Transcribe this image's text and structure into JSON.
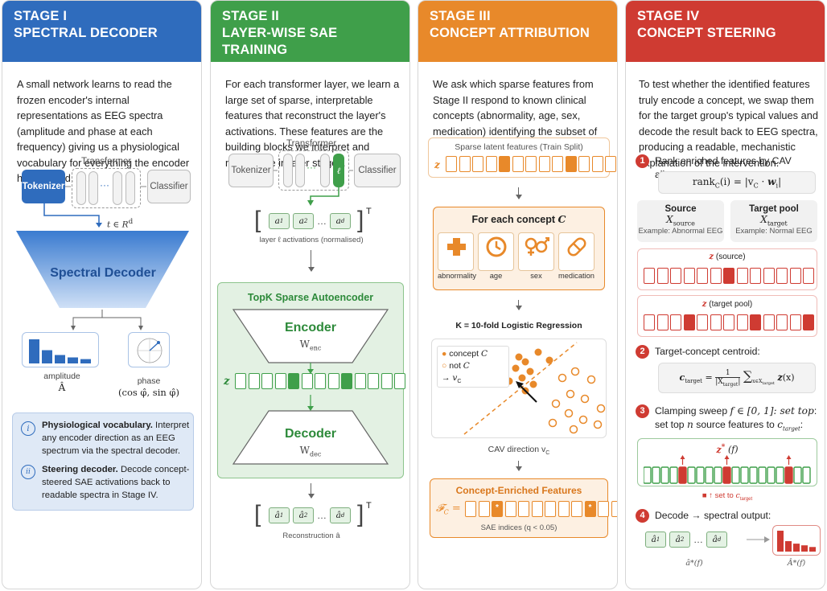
{
  "colors": {
    "blue": "#2f6cbd",
    "green": "#3f9f4a",
    "orange": "#e8892a",
    "red": "#cf3b32"
  },
  "stage1": {
    "header_line1": "STAGE I",
    "header_line2": "SPECTRAL DECODER",
    "description": "A small network learns to read the frozen encoder's internal representations as EEG spectra (amplitude and phase at each frequency) giving us a physiological vocabulary for everything the encoder has learned.",
    "transformer_label": "Transformer",
    "tokenizer_label": "Tokenizer",
    "dots": "···",
    "classifier_label": "Classifier",
    "t_label": "t ∈ R",
    "t_sup": "d",
    "decoder_label": "Spectral Decoder",
    "amplitude_label": "amplitude",
    "amplitude_symbol": "Â",
    "phase_label": "phase",
    "phase_symbol": "(cos φ̂, sin φ̂)",
    "bars": [
      1.0,
      0.55,
      0.35,
      0.25,
      0.18
    ],
    "info": [
      {
        "marker": "i",
        "title": "Physiological vocabulary.",
        "text": " Interpret any encoder direction as an EEG spectrum via the spectral decoder."
      },
      {
        "marker": "ii",
        "title": "Steering decoder.",
        "text": " Decode concept-steered SAE activations back to readable spectra in Stage IV."
      }
    ]
  },
  "stage2": {
    "header_line1": "STAGE II",
    "header_line2": "LAYER-WISE SAE TRAINING",
    "description": "For each transformer layer, we learn a large set of sparse, interpretable features that reconstruct the layer's activations. These features are the building blocks we interpret and manipulate in later stages.",
    "transformer_label": "Transformer",
    "tokenizer_label": "Tokenizer",
    "dots": "···",
    "layer_symbol": "ℓ",
    "classifier_label": "Classifier",
    "activations": [
      "a",
      "a",
      "a"
    ],
    "act_subs": [
      "1",
      "2",
      "d"
    ],
    "ellipsis": "…",
    "transpose": "T",
    "activations_caption": "layer ℓ activations (normalised)",
    "sae_title": "TopK Sparse Autoencoder",
    "encoder_label": "Encoder",
    "encoder_weight": "W",
    "encoder_weight_sub": "enc",
    "z_label": "z",
    "z_pattern": [
      0,
      0,
      0,
      0,
      1,
      0,
      0,
      0,
      1,
      0,
      0,
      0,
      0
    ],
    "decoder_label": "Decoder",
    "decoder_weight": "W",
    "decoder_weight_sub": "dec",
    "recon_subs": [
      "1",
      "2",
      "d"
    ],
    "recon_caption": "Reconstruction â"
  },
  "stage3": {
    "header_line1": "STAGE III",
    "header_line2": "CONCEPT ATTRIBUTION",
    "description": "We ask which sparse features from Stage II respond to known clinical concepts (abnormality, age, sex, medication) identifying the subset of features that encode each concept.",
    "latent_title": "Sparse latent features (Train Split)",
    "z_label": "z",
    "latent_pattern": [
      0,
      0,
      0,
      0,
      1,
      0,
      0,
      0,
      0,
      1,
      0,
      0,
      0
    ],
    "concept_title": "For each concept",
    "concept_symbol": "C",
    "concepts": [
      "abnormality",
      "age",
      "sex",
      "medication"
    ],
    "regression_label": "K = 10-fold Logistic Regression",
    "legend_concept": "concept",
    "legend_not": "not",
    "legend_cav": "v",
    "legend_cav_sub": "C",
    "cav_caption": "CAV direction v",
    "cav_caption_sub": "C",
    "enriched_title": "Concept-Enriched Features",
    "enriched_symbol": "𝓕",
    "enriched_sub": "C",
    "enriched_pattern": [
      0,
      0,
      1,
      0,
      0,
      0,
      0,
      0,
      0,
      1,
      0,
      0,
      1
    ],
    "enriched_mark": "*",
    "sae_indices_caption": "SAE indices (q < 0.05)"
  },
  "stage4": {
    "header_line1": "STAGE IV",
    "header_line2": "CONCEPT STEERING",
    "description": "To test whether the identified features truly encode a concept, we swap them for the target group's typical values and decode the result back to EEG spectra, producing a readable, mechanistic explanation of the intervention.",
    "step1_num": "1",
    "step1_text": "Rank enriched features by CAV alignment:",
    "rank_formula": "rank",
    "rank_formula_tail": "(i) = |v",
    "source_title": "Source",
    "source_symbol": "X",
    "source_sub": "source",
    "source_example": "Example: Abnormal EEG",
    "target_title": "Target pool",
    "target_symbol": "X",
    "target_sub": "target",
    "target_example": "Example: Normal EEG",
    "z_source_label": "(source)",
    "z_target_label": "(target pool)",
    "source_pattern": [
      0,
      0,
      0,
      0,
      0,
      0,
      1,
      0,
      0,
      0,
      0,
      0,
      0
    ],
    "target_pattern": [
      0,
      0,
      0,
      1,
      0,
      0,
      0,
      0,
      1,
      0,
      0,
      0,
      1
    ],
    "step2_num": "2",
    "step2_text": "Target-concept centroid:",
    "step3_num": "3",
    "step3_text_a": "Clamping sweep",
    "step3_text_b": "f ∈ [0, 1]: set top",
    "step3_text_c": "n",
    "step3_text_d": "source features to",
    "step3_c_target": "c",
    "step3_c_target_sub": "target",
    "zstar_label": "z",
    "zstar_sup": "*",
    "zstar_arg": "(f)",
    "clamp_pattern": [
      0,
      0,
      0,
      0,
      1,
      0,
      0,
      0,
      0,
      1,
      0,
      0,
      0,
      0,
      0,
      0,
      1,
      0,
      0
    ],
    "clamp_legend": "■ ↑ set to",
    "step4_num": "4",
    "step4_text": "Decode → spectral output:",
    "steered_caption": "â*(f)",
    "output_caption": "Â*(f)",
    "output_bars": [
      1.0,
      0.5,
      0.38,
      0.3,
      0.22
    ]
  }
}
